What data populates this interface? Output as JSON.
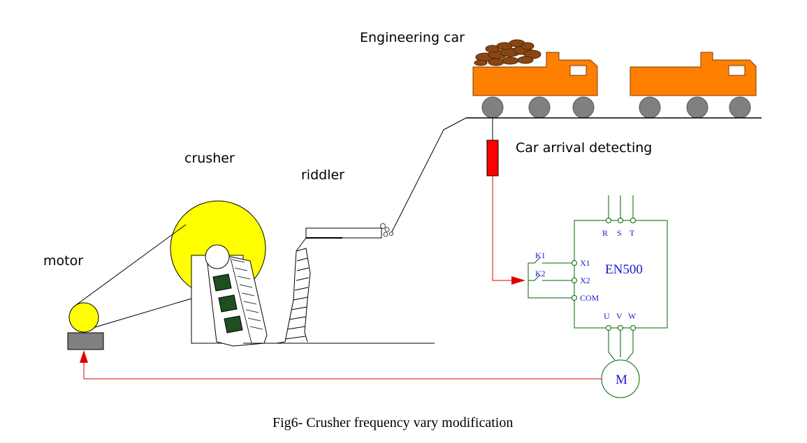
{
  "labels": {
    "engineering_car": "Engineering car",
    "car_arrival": "Car arrival detecting",
    "crusher": "crusher",
    "riddler": "riddler",
    "motor": "motor"
  },
  "inverter": {
    "model": "EN500",
    "input_r": "R",
    "input_s": "S",
    "input_t": "T",
    "terminal_x1": "X1",
    "terminal_x2": "X2",
    "terminal_com": "COM",
    "output_u": "U",
    "output_v": "V",
    "output_w": "W",
    "switch_k1": "K1",
    "switch_k2": "K2"
  },
  "motor_symbol": "M",
  "caption": "Fig6- Crusher frequency vary modification",
  "colors": {
    "car": "#ff8000",
    "wheel": "#808080",
    "sensor": "#ff0000",
    "crusher_wheel": "#ffff00",
    "plates": "#1f4f1f",
    "signal_wire": "#e00000",
    "inverter_line": "#006400",
    "inverter_text": "#1a1ad0"
  }
}
